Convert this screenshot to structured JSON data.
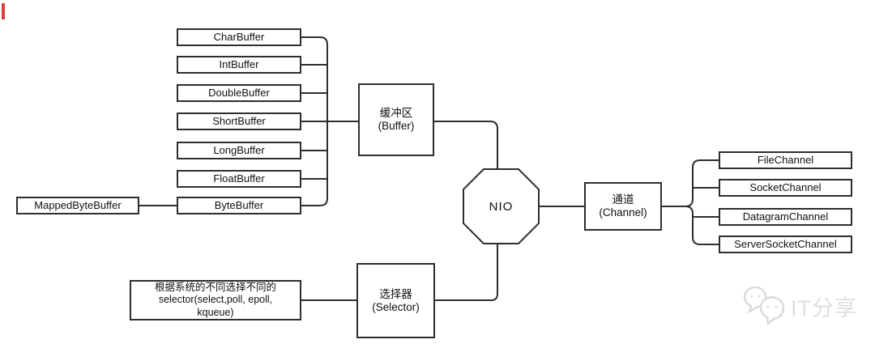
{
  "diagram": {
    "center": {
      "label": "NIO"
    },
    "buffer_group": {
      "hub": {
        "line1": "缓冲区",
        "line2": "(Buffer)"
      },
      "items": [
        "CharBuffer",
        "IntBuffer",
        "DoubleBuffer",
        "ShortBuffer",
        "LongBuffer",
        "FloatBuffer",
        "ByteBuffer"
      ],
      "mapped": "MappedByteBuffer"
    },
    "channel_group": {
      "hub": {
        "line1": "通道",
        "line2": "(Channel)"
      },
      "items": [
        "FileChannel",
        "SocketChannel",
        "DatagramChannel",
        "ServerSocketChannel"
      ]
    },
    "selector_group": {
      "hub": {
        "line1": "选择器",
        "line2": "(Selector)"
      },
      "note": {
        "line1": "根据系统的不同选择不同的",
        "line2": "selector(select,poll, epoll,",
        "line3": "kqueue)"
      }
    }
  },
  "watermark": {
    "text": "IT分享",
    "icon": "wechat-bubbles-icon"
  },
  "colors": {
    "stroke": "#2e2e2e",
    "text": "#111111",
    "watermark": "#dedede",
    "accent_bar": "#e03e3e",
    "background": "#ffffff"
  }
}
